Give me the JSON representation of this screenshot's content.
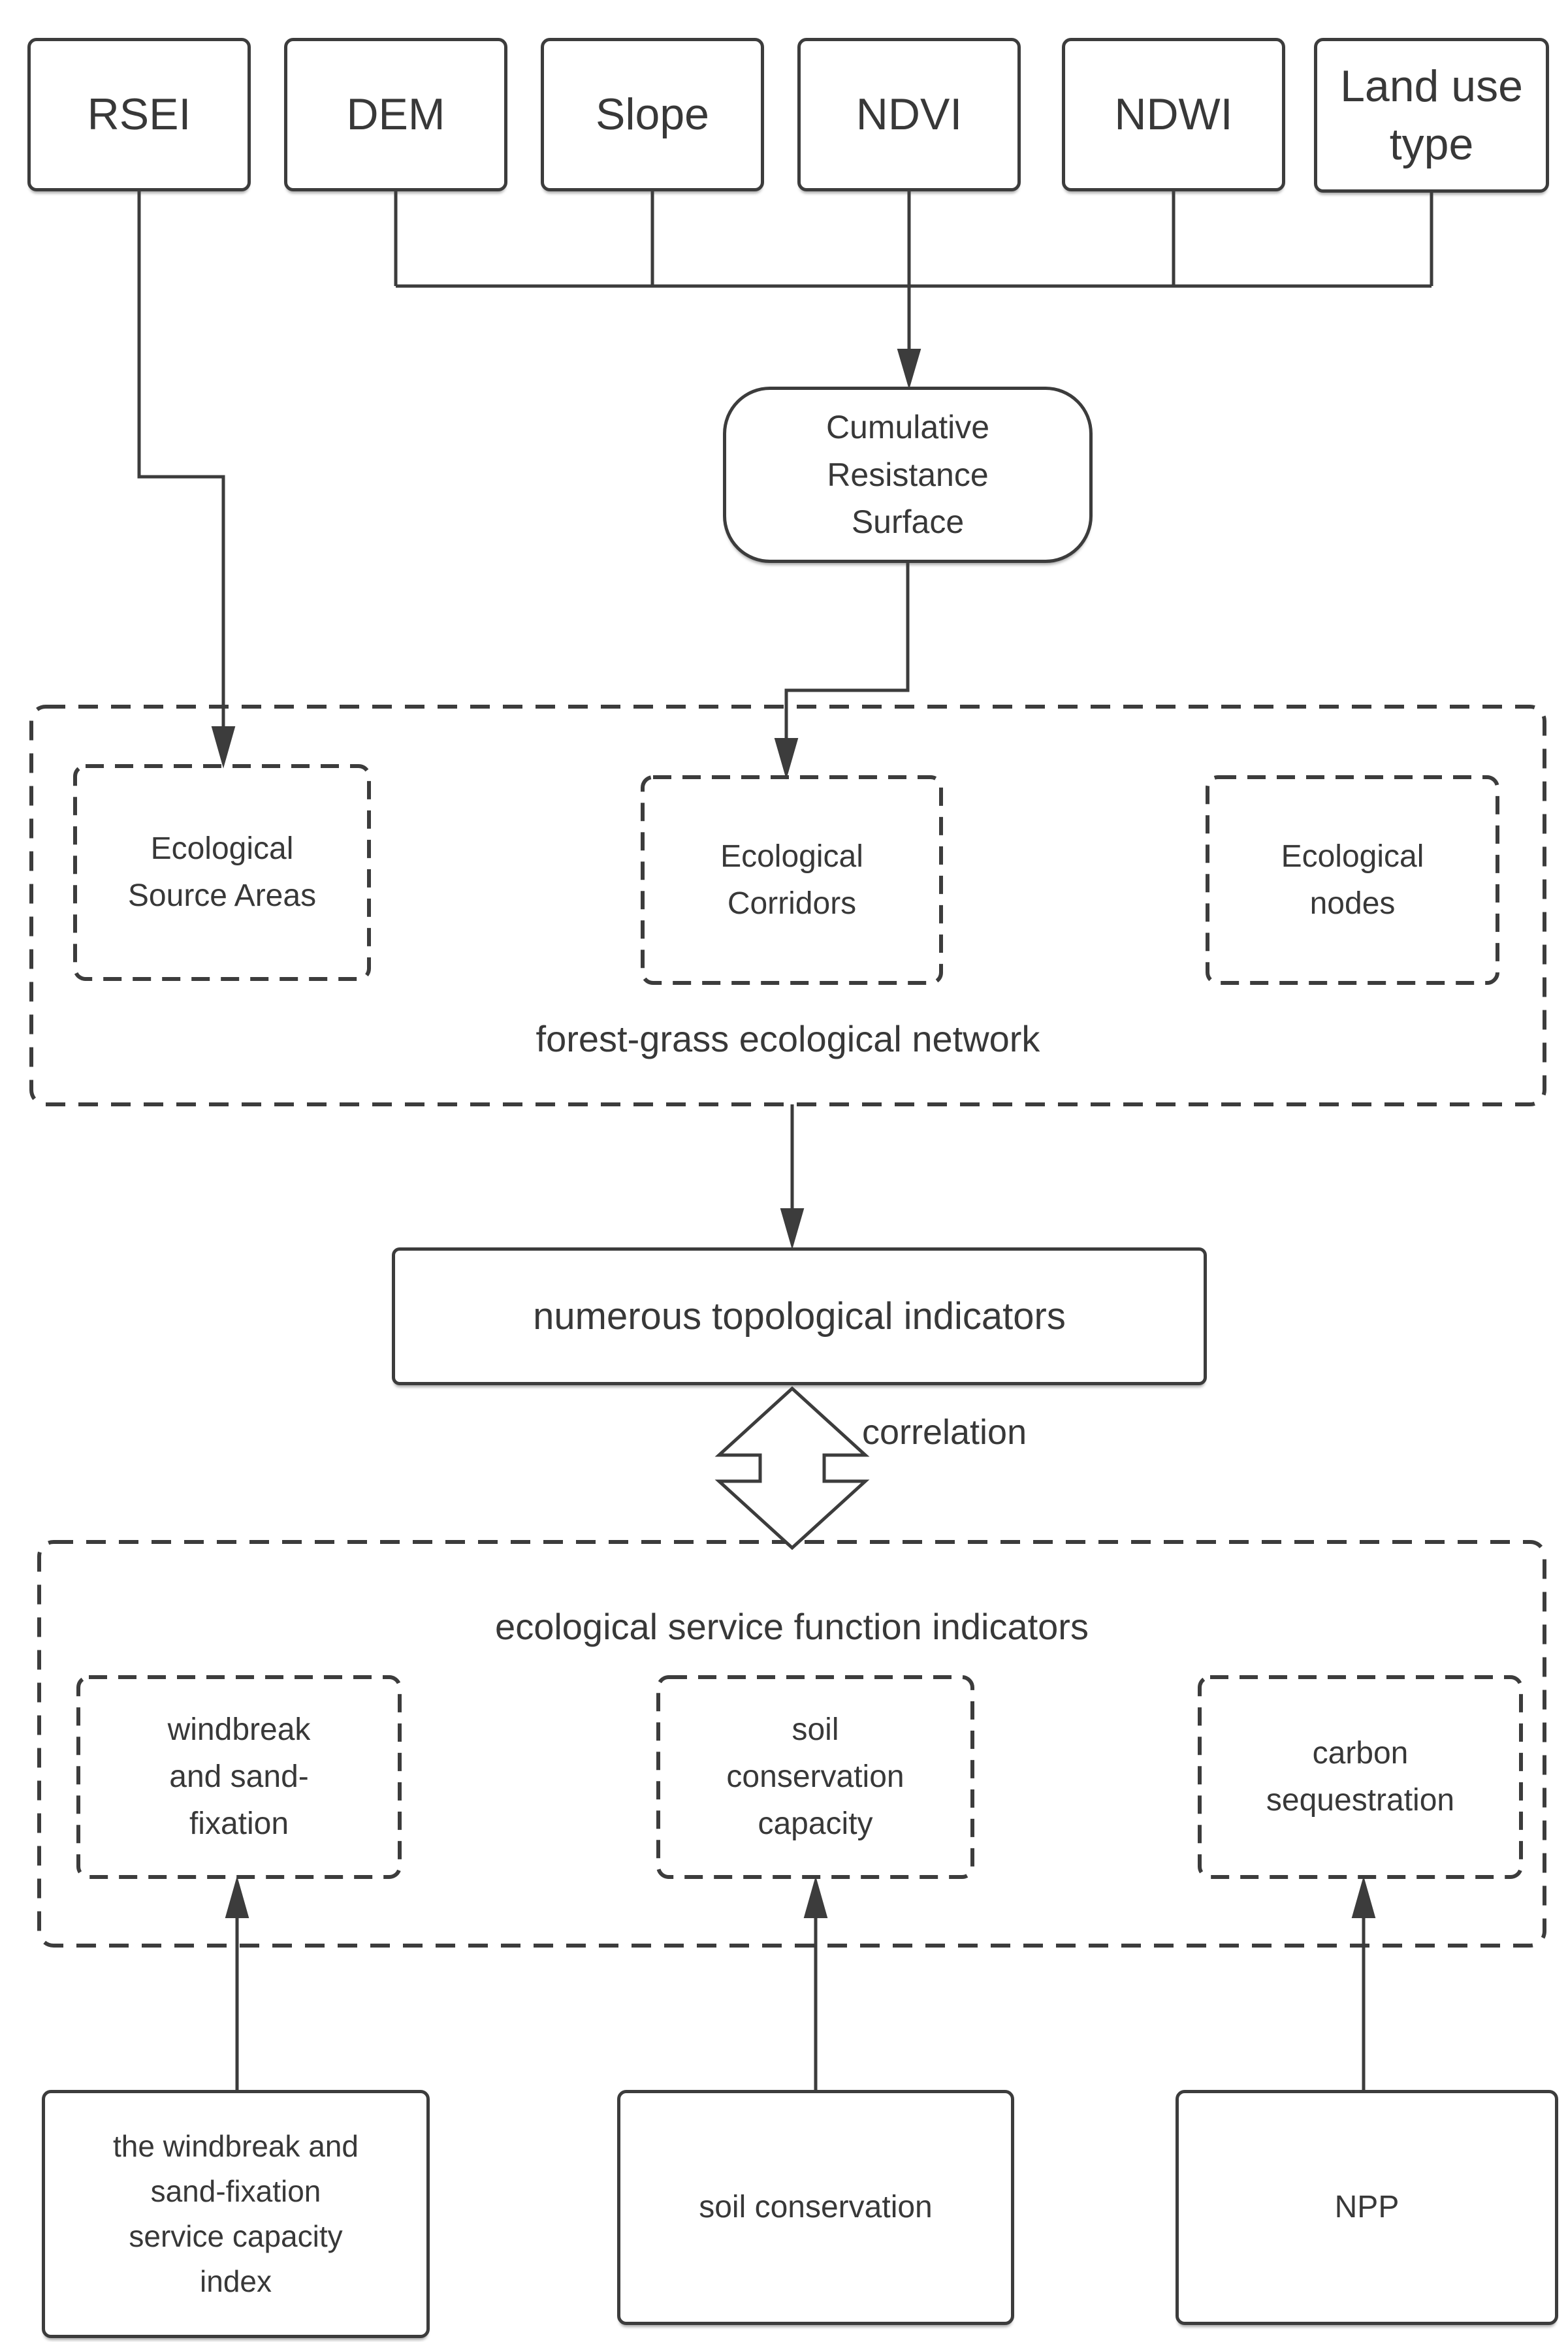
{
  "top_row": [
    "RSEI",
    "DEM",
    "Slope",
    "NDVI",
    "NDWI",
    "Land use type"
  ],
  "resistance_node": {
    "label": "Cumulative Resistance Surface"
  },
  "network_container": {
    "title": "forest-grass ecological network",
    "source_areas": "Ecological Source Areas",
    "corridors": "Ecological Corridors",
    "nodes": "Ecological nodes"
  },
  "topology_node": {
    "label": "numerous topological indicators"
  },
  "correlation": {
    "label": "correlation"
  },
  "service_container": {
    "title": "ecological service function indicators",
    "windbreak": "windbreak and sand-fixation",
    "soil": "soil conservation capacity",
    "carbon": "carbon sequestration"
  },
  "bottom_row": {
    "windbreak_index": "the windbreak and sand-fixation service capacity index",
    "soil_conservation": "soil conservation",
    "npp": "NPP"
  },
  "colors": {
    "line": "#3c3c3c",
    "text": "#383838",
    "background": "#ffffff"
  }
}
